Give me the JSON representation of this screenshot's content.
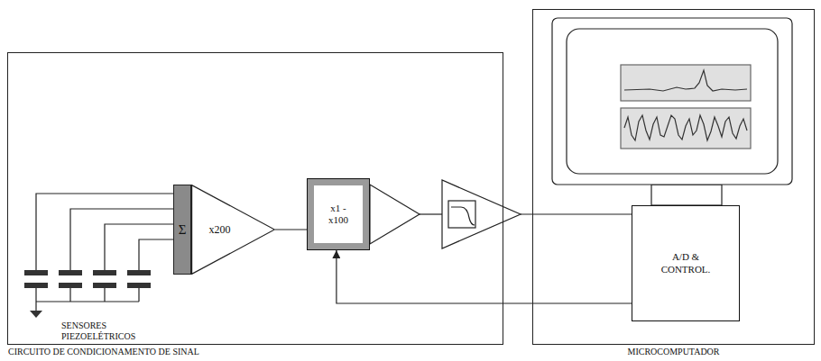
{
  "diagram": {
    "nodes": [
      {
        "text": [
          "CIRCUITO DE CONDICIONAMENTO DE SINAL"
        ]
      },
      {
        "text": [
          "Σ"
        ],
        "in": 0
      },
      {
        "text": [
          "x200"
        ],
        "in": 0
      },
      {
        "text": [
          "x1 - x100"
        ],
        "in": 0
      },
      {
        "text": [
          "MICROCOMPUTADOR"
        ]
      },
      {
        "text": [
          "A/D & CONTROL."
        ],
        "in": 4
      }
    ],
    "edges": [
      {
        "from": 2,
        "to": 3,
        "arrow": "none"
      },
      {
        "from": 5,
        "to": 3,
        "arrow": "to"
      }
    ],
    "labels": [
      "SENSORES PIEZOELÉTRICOS"
    ]
  }
}
